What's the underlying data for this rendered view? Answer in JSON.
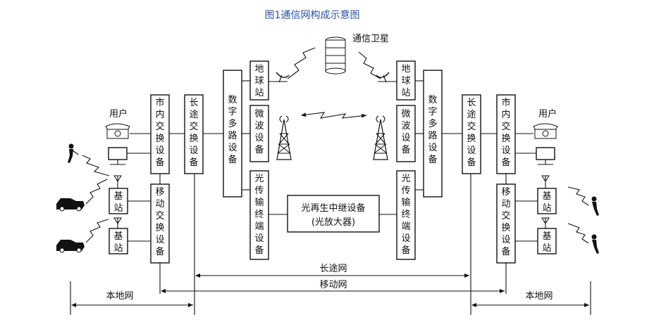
{
  "title": "图1通信网构成示意图",
  "labels": {
    "satellite": "通信卫星",
    "user_left": "用户",
    "user_right": "用户",
    "local_exchange": "市内交换设备",
    "mobile_exchange": "移动交换设备",
    "toll_exchange": "长途交换设备",
    "digital_mux": "数字多路设备",
    "earth_station": "地球站",
    "microwave": "微波设备",
    "optical_terminal": "光传输终端设备",
    "base_station": "基站",
    "regenerator_line1": "光再生中继设备",
    "regenerator_line2": "(光放大器)",
    "long_distance_net": "长途网",
    "mobile_net": "移动网",
    "local_net_left": "本地网",
    "local_net_right": "本地网"
  },
  "colors": {
    "title": "#2b53a5",
    "line": "#111111"
  },
  "icons": [
    "telephone-icon",
    "computer-icon",
    "antenna-icon",
    "car-icon",
    "person-phone-icon",
    "dish-icon",
    "tower-icon",
    "satellite-icon",
    "lightning-icon"
  ]
}
